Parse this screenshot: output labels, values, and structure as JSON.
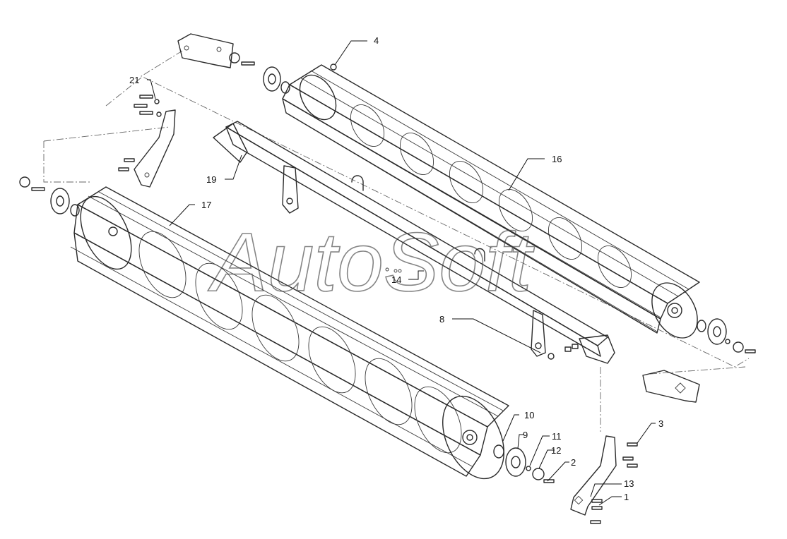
{
  "watermark": "AutoSoft",
  "callouts": [
    {
      "id": "c1",
      "label": "1"
    },
    {
      "id": "c2",
      "label": "2"
    },
    {
      "id": "c3",
      "label": "3"
    },
    {
      "id": "c4",
      "label": "4"
    },
    {
      "id": "c8",
      "label": "8"
    },
    {
      "id": "c9",
      "label": "9"
    },
    {
      "id": "c10",
      "label": "10"
    },
    {
      "id": "c11",
      "label": "11"
    },
    {
      "id": "c12",
      "label": "12"
    },
    {
      "id": "c13",
      "label": "13"
    },
    {
      "id": "c14",
      "label": "14"
    },
    {
      "id": "c16",
      "label": "16"
    },
    {
      "id": "c17",
      "label": "17"
    },
    {
      "id": "c19",
      "label": "19"
    },
    {
      "id": "c21",
      "label": "21"
    }
  ]
}
